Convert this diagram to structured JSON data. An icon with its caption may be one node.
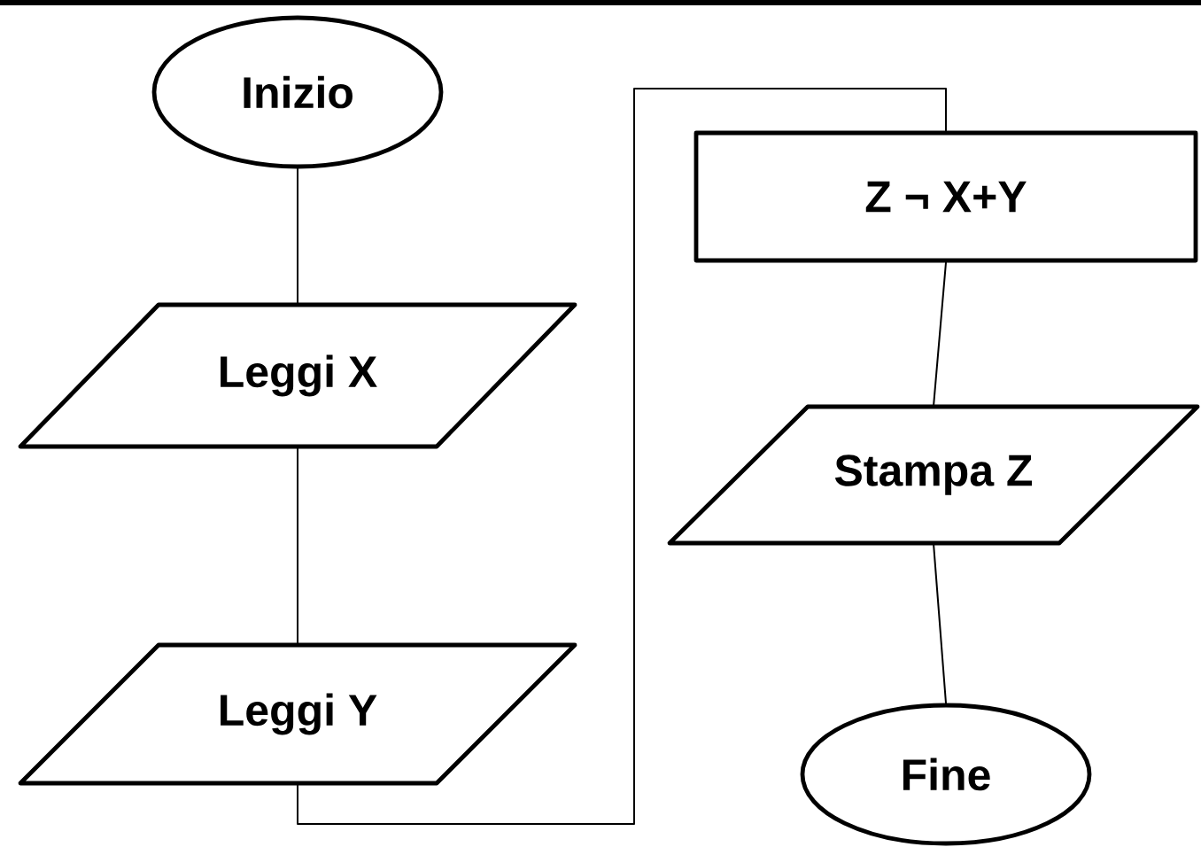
{
  "diagram": {
    "nodes": [
      {
        "text": [
          "Inizio"
        ]
      },
      {
        "text": [
          "Leggi X"
        ]
      },
      {
        "text": [
          "Leggi Y"
        ]
      },
      {
        "text": [
          "Z ¬ X+Y"
        ]
      },
      {
        "text": [
          "Stampa Z"
        ]
      },
      {
        "text": [
          "Fine"
        ]
      }
    ],
    "edges": [
      {
        "from": 0,
        "to": 1,
        "arrow": "none"
      },
      {
        "from": 1,
        "to": 2,
        "arrow": "none"
      },
      {
        "from": 2,
        "to": 3,
        "arrow": "none"
      },
      {
        "from": 3,
        "to": 4,
        "arrow": "none"
      },
      {
        "from": 4,
        "to": 5,
        "arrow": "none"
      }
    ]
  }
}
